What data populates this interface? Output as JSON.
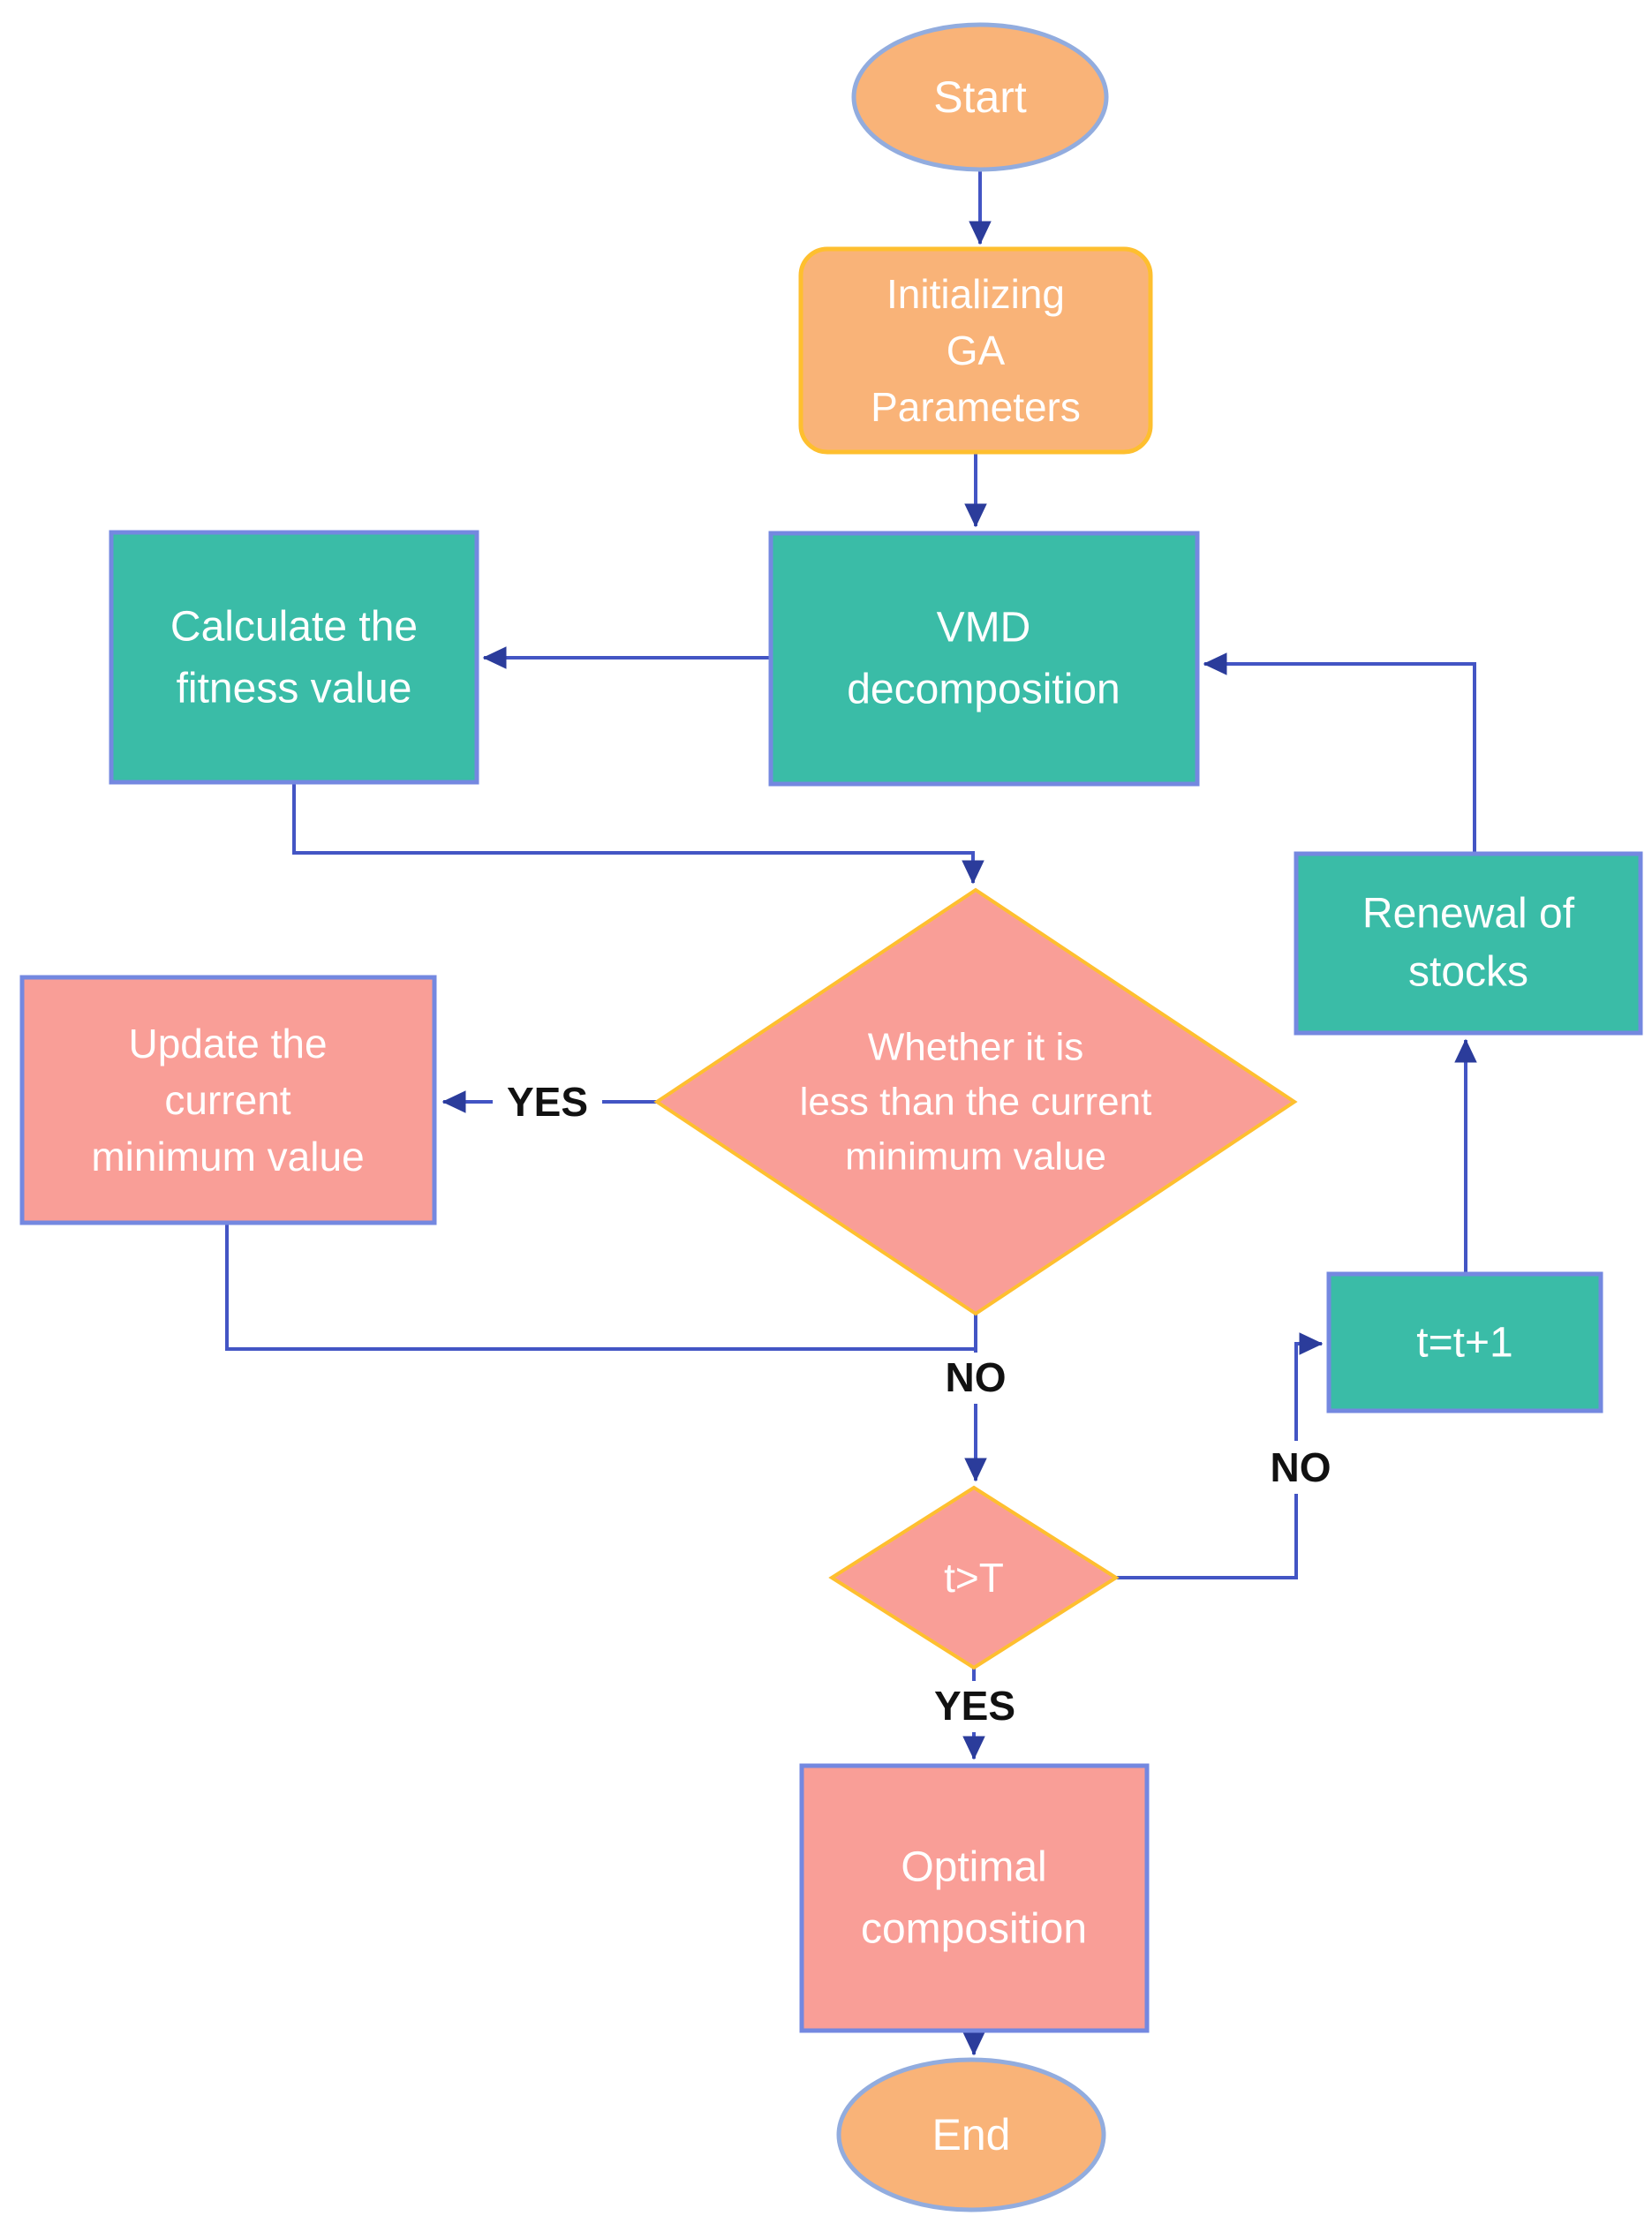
{
  "colors": {
    "node_orange": "#F9B378",
    "node_teal": "#3ABCA7",
    "node_pink": "#F99E97",
    "stroke_gold": "#FEBF2F",
    "stroke_periwinkle": "#7488E0",
    "stroke_ellipse_blue": "#92ACDE",
    "connector_blue": "#4355C4",
    "arrowhead_navy": "#2B3C9B",
    "label_black": "#111111",
    "text_white": "#FFFFFF"
  },
  "nodes": {
    "start": {
      "label": "Start"
    },
    "init": {
      "lines": [
        "Initializing",
        "GA",
        "Parameters"
      ]
    },
    "vmd": {
      "lines": [
        "VMD",
        "decomposition"
      ]
    },
    "calc": {
      "lines": [
        "Calculate the",
        "fitness value"
      ]
    },
    "decision_min": {
      "lines": [
        "Whether it is",
        "less than the current",
        "minimum value"
      ]
    },
    "update": {
      "lines": [
        "Update the",
        "current",
        "minimum value"
      ]
    },
    "renewal": {
      "lines": [
        "Renewal of",
        "stocks"
      ]
    },
    "increment": {
      "label": "t=t+1"
    },
    "decision_t": {
      "label": "t>T"
    },
    "optimal": {
      "lines": [
        "Optimal",
        "composition"
      ]
    },
    "end": {
      "label": "End"
    }
  },
  "edge_labels": {
    "yes_update": "YES",
    "no_down": "NO",
    "no_loop": "NO",
    "yes_end": "YES"
  }
}
